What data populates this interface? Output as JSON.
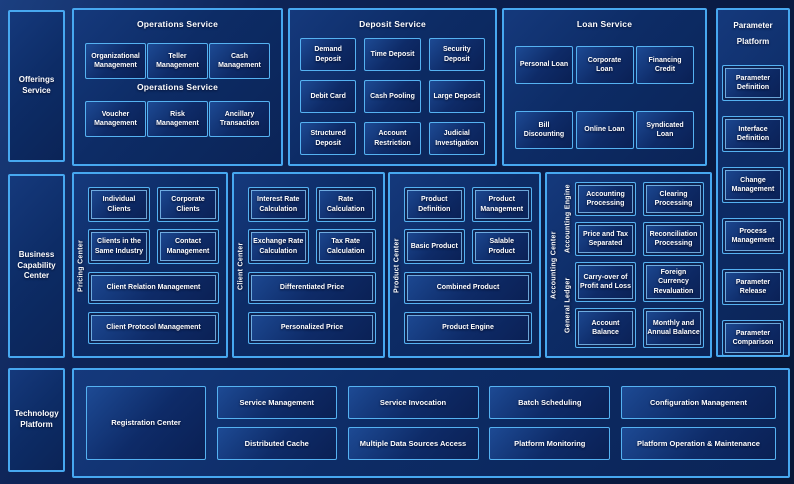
{
  "left_rail": {
    "offerings": "Offerings Service",
    "business": "Business Capability Center",
    "technology": "Technology Platform"
  },
  "operations": {
    "title": "Operations Service",
    "subtitle": "Operations Service",
    "row1": [
      "Organizational Management",
      "Teller Management",
      "Cash Management"
    ],
    "row2": [
      "Voucher Management",
      "Risk Management",
      "Ancillary Transaction"
    ]
  },
  "deposit": {
    "title": "Deposit Service",
    "boxes": [
      "Demand Deposit",
      "Time Deposit",
      "Security Deposit",
      "Debit Card",
      "Cash Pooling",
      "Large Deposit",
      "Structured Deposit",
      "Account Restriction",
      "Judicial Investigation"
    ]
  },
  "loan": {
    "title": "Loan Service",
    "boxes": [
      "Personal Loan",
      "Corporate Loan",
      "Financing Credit",
      "Bill Discounting",
      "Online Loan",
      "Syndicated Loan"
    ]
  },
  "parameter": {
    "title_line1": "Parameter",
    "title_line2": "Platform",
    "boxes": [
      "Parameter Definition",
      "Interface Definition",
      "Change Management",
      "Process Management",
      "Parameter Release",
      "Parameter Comparison"
    ]
  },
  "pricing": {
    "label": "Pricing Center",
    "small": [
      "Individual Clients",
      "Corporate Clients",
      "Clients in the Same Industry",
      "Contact Management"
    ],
    "wide": [
      "Client Relation Management",
      "Client Protocol Management"
    ]
  },
  "client": {
    "label": "Client Center",
    "small": [
      "Interest Rate Calculation",
      "Rate Calculation",
      "Exchange Rate Calculation",
      "Tax Rate Calculation"
    ],
    "wide": [
      "Differentiated Price",
      "Personalized Price"
    ]
  },
  "product": {
    "label": "Product Center",
    "small": [
      "Product Definition",
      "Product Management",
      "Basic Product",
      "Salable Product"
    ],
    "wide": [
      "Combined Product",
      "Product Engine"
    ]
  },
  "accounting": {
    "label": "Accounting Center",
    "engine_label": "Accounting Engine",
    "engine_boxes": [
      "Accounting Processing",
      "Clearing Processing",
      "Price and Tax Separated",
      "Reconciliation Processing"
    ],
    "ledger_label": "General  Ledger",
    "ledger_boxes": [
      "Carry-over of Profit and Loss",
      "Foreign Currency Revaluation",
      "Account Balance",
      "Monthly and Annual Balance"
    ]
  },
  "technology": {
    "registration": "Registration Center",
    "top": [
      "Service Management",
      "Service Invocation",
      "Batch Scheduling",
      "Configuration Management"
    ],
    "bottom": [
      "Distributed Cache",
      "Multiple Data Sources Access",
      "Platform Monitoring",
      "Platform Operation & Maintenance"
    ]
  },
  "colors": {
    "accent_border": "#47a8f0",
    "panel_fill": "#0d2c66",
    "box_fill": "#0a2054",
    "background": "#0a1d49",
    "text": "#ffffff"
  }
}
